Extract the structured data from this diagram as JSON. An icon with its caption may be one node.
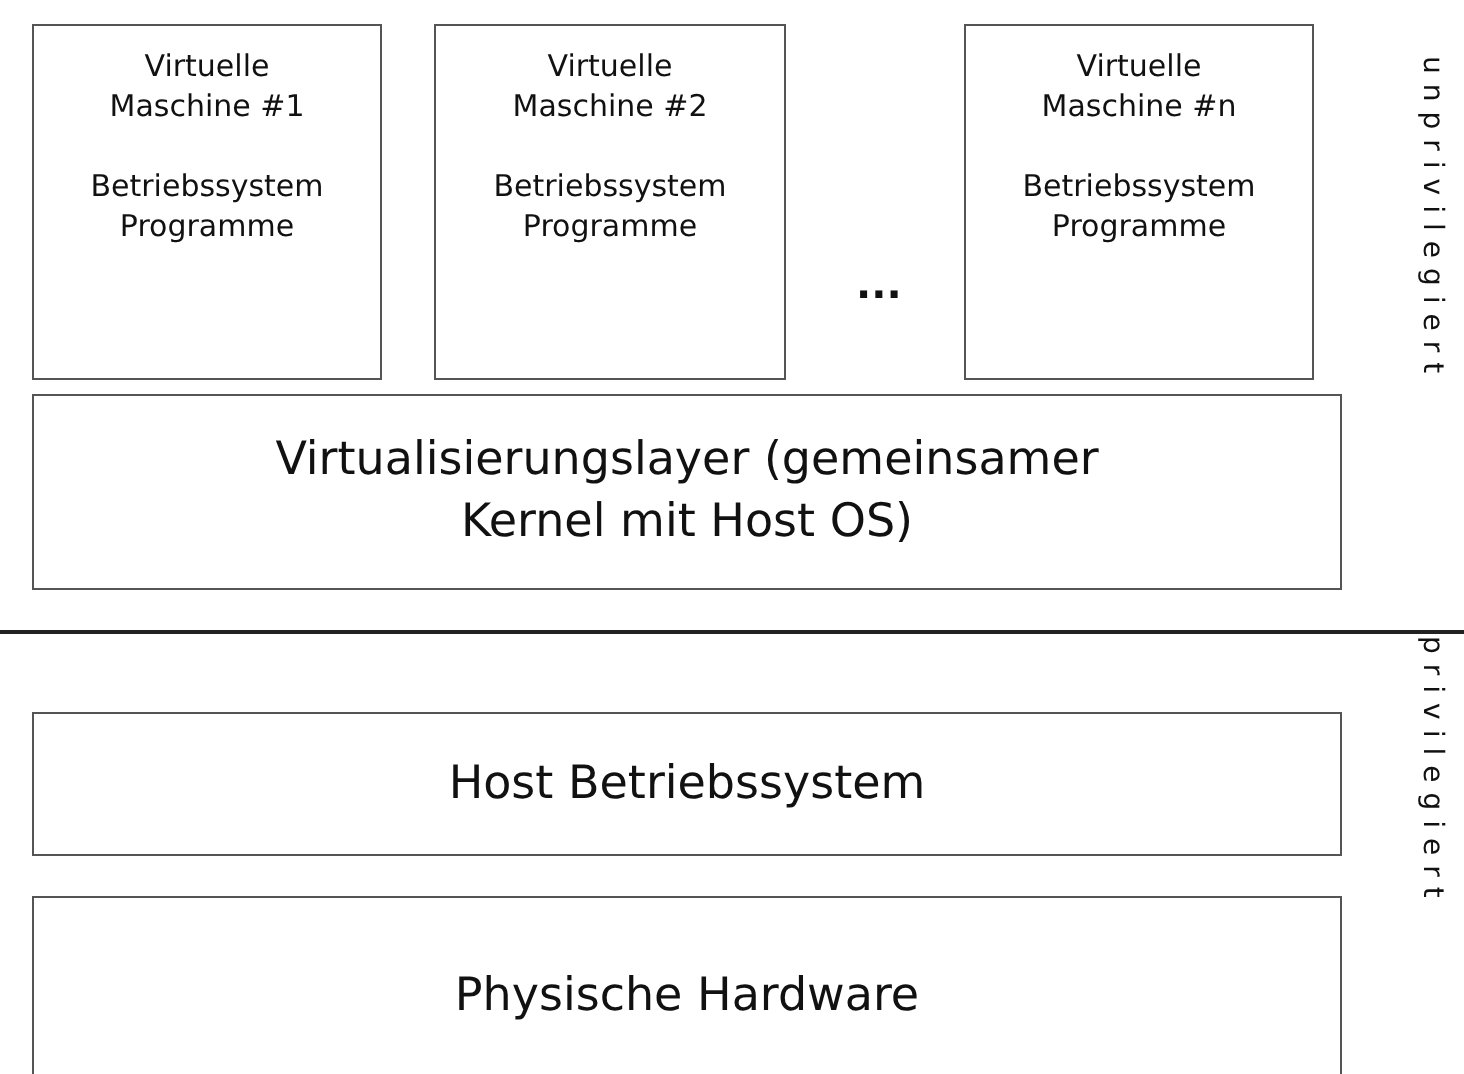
{
  "diagram": {
    "nodes": [
      {
        "text": [
          "Virtuelle Maschine #1",
          "Betriebssystem Programme"
        ]
      },
      {
        "text": [
          "Virtuelle Maschine #2",
          "Betriebssystem Programme"
        ]
      },
      {
        "text": [
          "Virtuelle Maschine #n",
          "Betriebssystem Programme"
        ]
      },
      {
        "text": [
          "Virtualisierungslayer (gemeinsamer Kernel mit Host OS)"
        ]
      },
      {
        "text": [
          "Host Betriebssystem"
        ]
      },
      {
        "text": [
          "Physische Hardware"
        ]
      }
    ],
    "labels": [
      "...",
      "unprivilegiert",
      "privilegiert"
    ]
  }
}
